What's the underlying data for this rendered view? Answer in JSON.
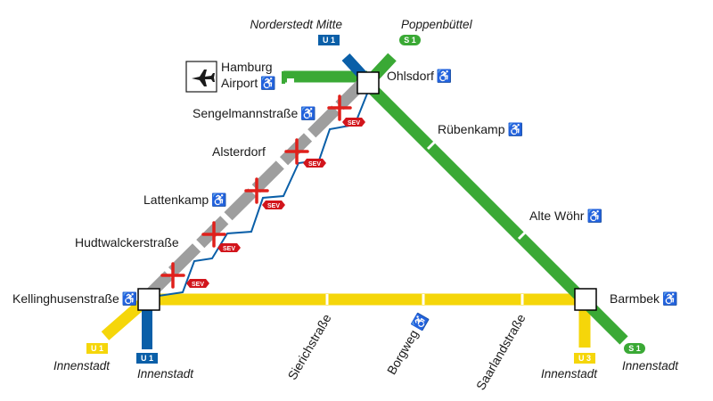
{
  "colors": {
    "u1": "#0a5fa8",
    "s1": "#3aa935",
    "u3": "#f5d60a",
    "closed": "#9e9e9e",
    "sev": "#d2151c",
    "cross": "#e0201b"
  },
  "terminals": {
    "norderstedt": "Norderstedt Mitte",
    "poppenbuettel": "Poppenbüttel",
    "innenstadt_u1_left": "Innenstadt",
    "innenstadt_u1": "Innenstadt",
    "innenstadt_u3": "Innenstadt",
    "innenstadt_s1": "Innenstadt"
  },
  "badges": {
    "u1": "U 1",
    "s1": "S 1",
    "u3": "U 3"
  },
  "stations": {
    "airport_line1": "Hamburg",
    "airport_line2": "Airport",
    "ohlsdorf": "Ohlsdorf",
    "sengelmannstrasse": "Sengelmannstraße",
    "alsterdorf": "Alsterdorf",
    "lattenkamp": "Lattenkamp",
    "hudtwalckerstrasse": "Hudtwalckerstraße",
    "kellinghusenstrasse": "Kellinghusenstraße",
    "ruebenkamp": "Rübenkamp",
    "alte_woehr": "Alte Wöhr",
    "barmbek": "Barmbek",
    "sierichstrasse": "Sierichstraße",
    "borgweg": "Borgweg",
    "saarlandstrasse": "Saarlandstraße"
  },
  "accessible_symbol": "♿",
  "sev_label": "SEV",
  "icons": {
    "airport": "airplane-icon",
    "accessible": "wheelchair-icon",
    "closed": "cross-icon"
  }
}
